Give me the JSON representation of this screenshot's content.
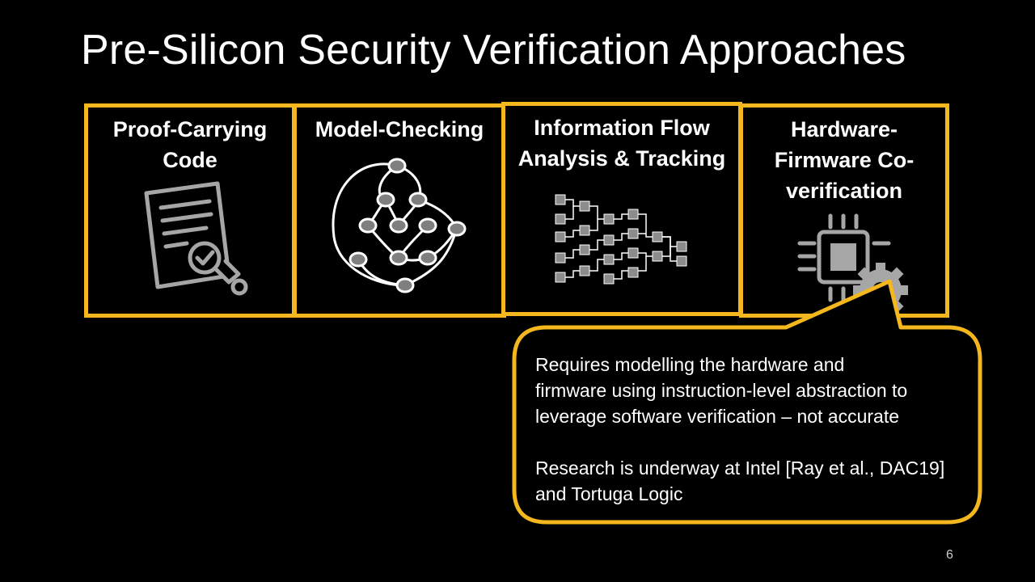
{
  "slide": {
    "title": "Pre-Silicon Security Verification Approaches",
    "page_number": "6"
  },
  "cards": [
    {
      "title_lines": [
        "Proof-Carrying",
        "Code"
      ],
      "icon": "certificate-document-icon"
    },
    {
      "title_lines": [
        "Model-Checking"
      ],
      "icon": "state-graph-icon"
    },
    {
      "title_lines": [
        "Information Flow",
        "Analysis & Tracking"
      ],
      "icon": "information-flow-network-icon"
    },
    {
      "title_lines": [
        "Hardware-",
        "Firmware Co-",
        "verification"
      ],
      "icon": "chip-gear-icon"
    }
  ],
  "callout": {
    "paragraph1": [
      "Requires modelling the hardware and",
      "firmware using instruction-level abstraction to",
      "leverage software verification – not accurate"
    ],
    "paragraph2": [
      "Research is underway at Intel [Ray et al., DAC19]",
      "and Tortuga Logic"
    ]
  },
  "colors": {
    "accent": "#f4b71d",
    "background": "#000000",
    "icon_gray": "#a6a6a6"
  }
}
